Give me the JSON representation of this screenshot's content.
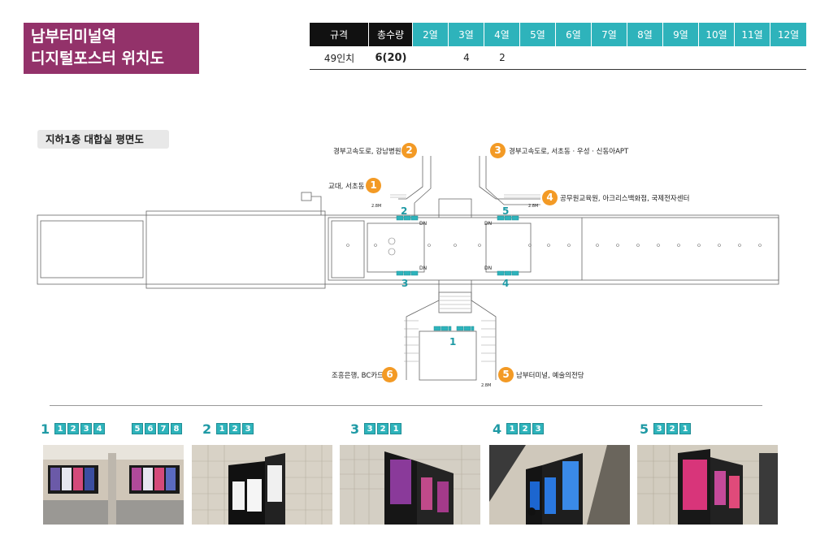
{
  "title": {
    "line1": "남부터미널역",
    "line2": "디지털포스터 위치도"
  },
  "spec_table": {
    "headers": [
      "규격",
      "총수량",
      "2열",
      "3열",
      "4열",
      "5열",
      "6열",
      "7열",
      "8열",
      "9열",
      "10열",
      "11열",
      "12열"
    ],
    "row": [
      "49인치",
      "6(20)",
      "",
      "4",
      "2",
      "",
      "",
      "",
      "",
      "",
      "",
      "",
      ""
    ]
  },
  "floor_label": "지하1층 대합실 평면도",
  "exits": [
    {
      "num": "1",
      "label": "교대, 서초동"
    },
    {
      "num": "2",
      "label": "경부고속도로, 강남병원"
    },
    {
      "num": "3",
      "label": "경부고속도로, 서초동 · 우성 · 신동아APT"
    },
    {
      "num": "4",
      "label": "공무원교육원, 아크리스백화점, 국제전자센터"
    },
    {
      "num": "5",
      "label": "남부터미널, 예술의전당"
    },
    {
      "num": "6",
      "label": "조흥은행, BC카드"
    }
  ],
  "zones": [
    "1",
    "2",
    "3",
    "4",
    "5"
  ],
  "plan_small_labels": {
    "dn": "DN",
    "elev": "2.8M"
  },
  "photo_sections": [
    {
      "num": "1",
      "boxes_a": [
        "1",
        "2",
        "3",
        "4"
      ],
      "boxes_b": [
        "5",
        "6",
        "7",
        "8"
      ]
    },
    {
      "num": "2",
      "boxes_a": [
        "1",
        "2",
        "3"
      ]
    },
    {
      "num": "3",
      "boxes_a": [
        "3",
        "2",
        "1"
      ]
    },
    {
      "num": "4",
      "boxes_a": [
        "1",
        "2",
        "3"
      ]
    },
    {
      "num": "5",
      "boxes_a": [
        "3",
        "2",
        "1"
      ]
    }
  ],
  "colors": {
    "title_bg": "#93326a",
    "teal": "#2eb3bb",
    "orange": "#f39a25"
  }
}
